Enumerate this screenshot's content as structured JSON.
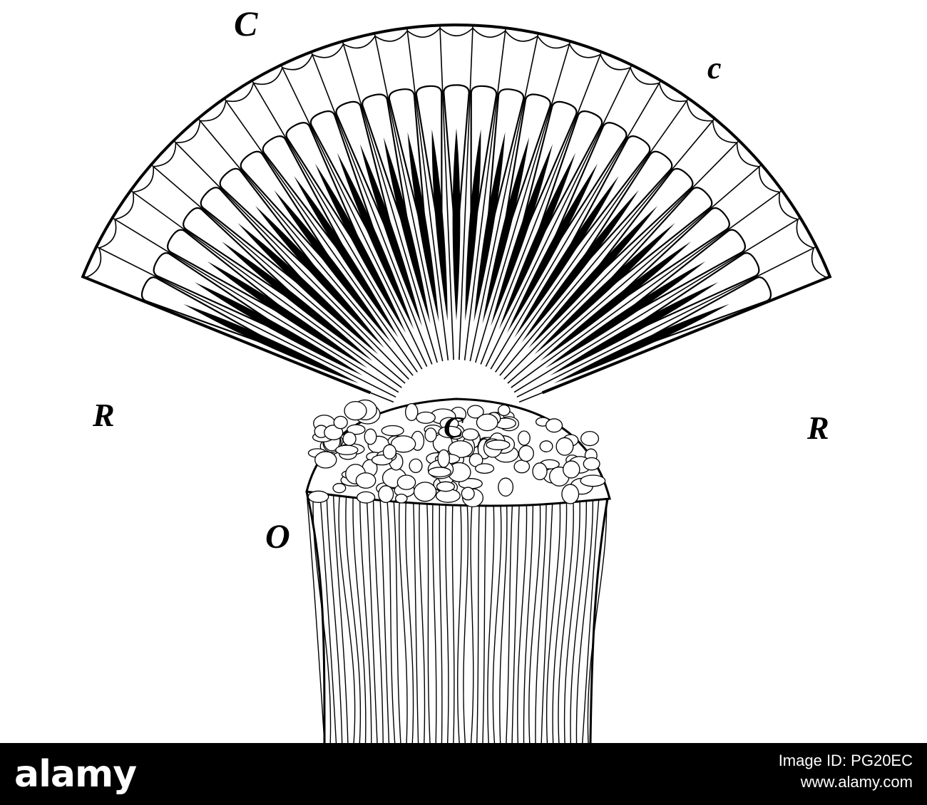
{
  "figure": {
    "labels": {
      "top_left": "C",
      "top_right": "c",
      "left": "R",
      "right": "R",
      "center": "C",
      "bottom": "O"
    },
    "ommatidia_count": 29
  },
  "watermark": {
    "logo": "alamy",
    "image_id_label": "Image ID: PG20EC",
    "url": "www.alamy.com"
  }
}
